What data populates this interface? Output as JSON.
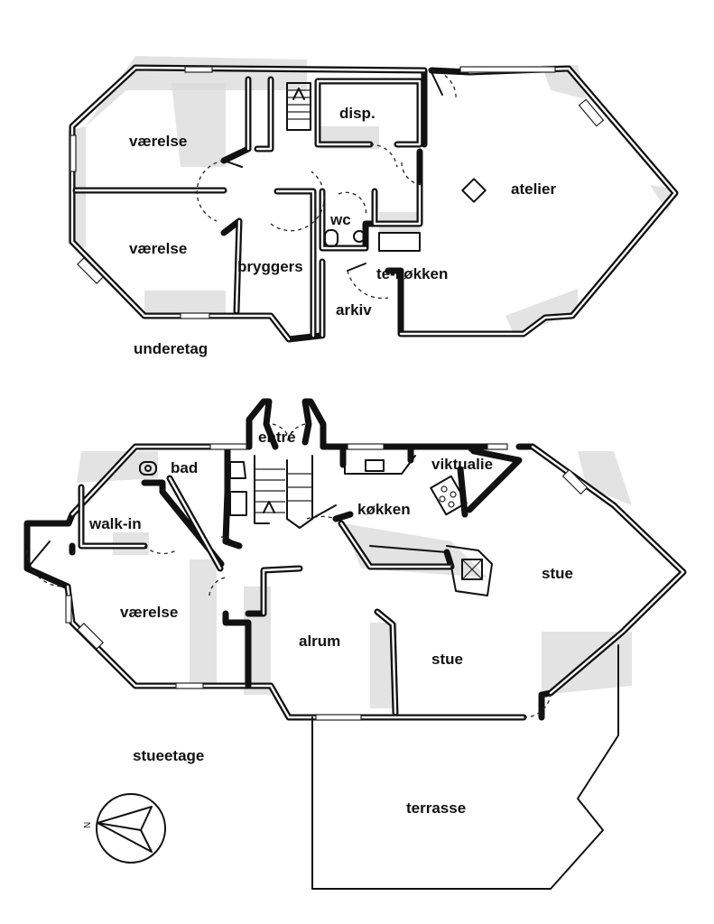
{
  "floors": {
    "lower": {
      "caption": "underetag",
      "rooms": {
        "vaerelse_1": "værelse",
        "vaerelse_2": "værelse",
        "disp": "disp.",
        "atelier": "atelier",
        "wc": "wc",
        "bryggers": "bryggers",
        "te_kokken": "te-køkken",
        "arkiv": "arkiv"
      }
    },
    "ground": {
      "caption": "stueetage",
      "rooms": {
        "entre": "entré",
        "bad": "bad",
        "viktualie": "viktualie",
        "walk_in": "walk-in",
        "kokken": "køkken",
        "stue_1": "stue",
        "vaerelse": "værelse",
        "alrum": "alrum",
        "stue_2": "stue",
        "terrasse": "terrasse"
      }
    }
  },
  "compass": {
    "north_label": "N"
  }
}
